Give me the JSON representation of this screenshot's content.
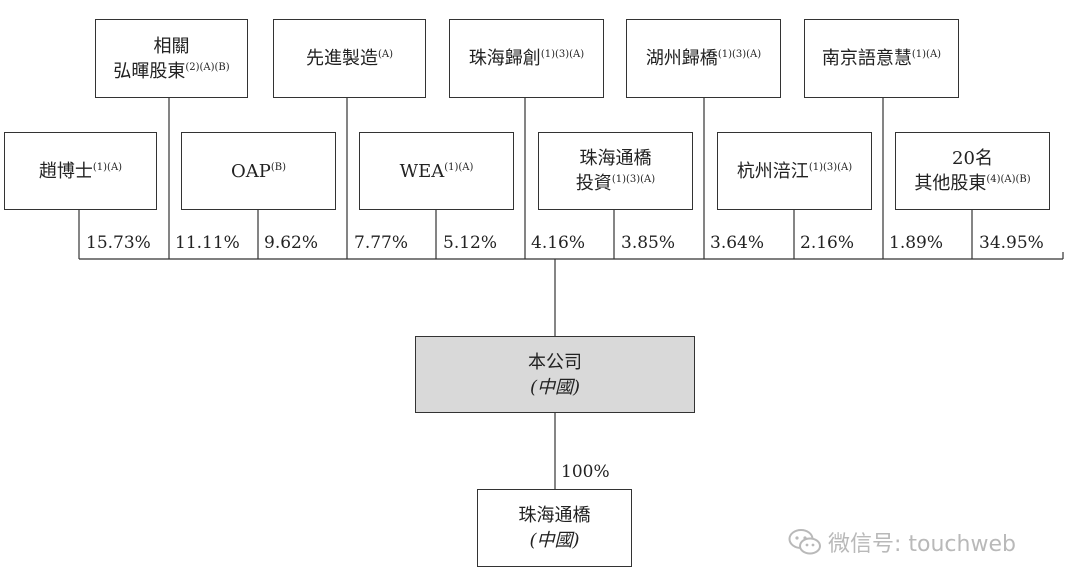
{
  "top_shareholders": [
    {
      "line1": "相關",
      "line2": "弘暉股東",
      "note": "(2)(A)(B)"
    },
    {
      "line1": "先進製造",
      "line2": "",
      "note": "(A)"
    },
    {
      "line1": "珠海歸創",
      "line2": "",
      "note": "(1)(3)(A)"
    },
    {
      "line1": "湖州歸橋",
      "line2": "",
      "note": "(1)(3)(A)"
    },
    {
      "line1": "南京語意慧",
      "line2": "",
      "note": "(1)(A)"
    }
  ],
  "mid_shareholders": [
    {
      "line1": "趙博士",
      "line2": "",
      "note": "(1)(A)"
    },
    {
      "line1": "OAP",
      "line2": "",
      "note": "(B)"
    },
    {
      "line1": "WEA",
      "line2": "",
      "note": "(1)(A)"
    },
    {
      "line1": "珠海通橋",
      "line2": "投資",
      "note": "(1)(3)(A)"
    },
    {
      "line1": "杭州涪江",
      "line2": "",
      "note": "(1)(3)(A)"
    },
    {
      "line1": "20名",
      "line2": "其他股東",
      "note": "(4)(A)(B)"
    }
  ],
  "percentages": [
    "15.73%",
    "11.11%",
    "9.62%",
    "7.77%",
    "5.12%",
    "4.16%",
    "3.85%",
    "3.64%",
    "2.16%",
    "1.89%",
    "34.95%"
  ],
  "company": {
    "name": "本公司",
    "region": "(中國)"
  },
  "subsidiary": {
    "name": "珠海通橋",
    "region": "(中國)",
    "ownership": "100%"
  },
  "watermark": {
    "text": "微信号: touchweb",
    "icon": "wechat-icon"
  }
}
